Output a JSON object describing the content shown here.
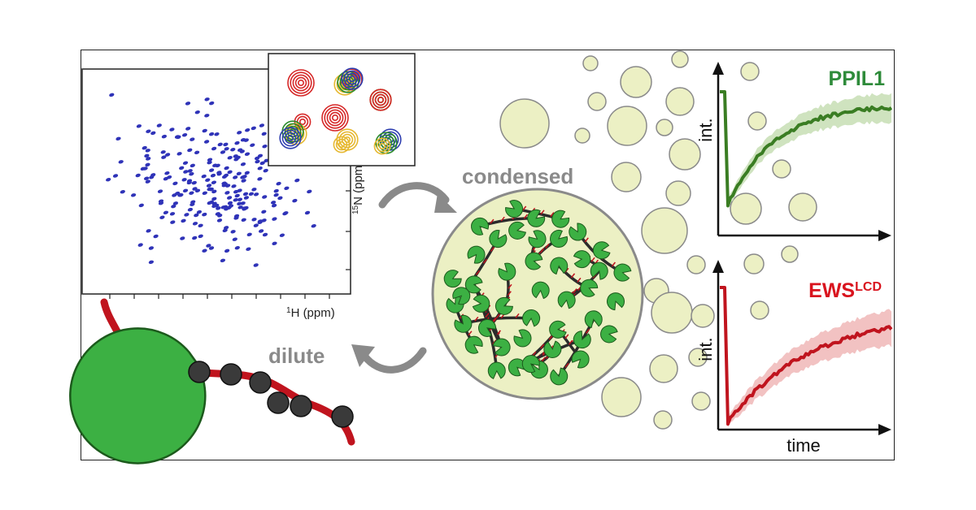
{
  "nmr_spectrum": {
    "y_axis_label_sup": "15",
    "y_axis_label_rest": "N (ppm)",
    "x_axis_label_sup": "1",
    "x_axis_label_rest": "H (ppm)",
    "peak_color": "#2f33b8",
    "inset_overlay_colors": [
      "#d62828",
      "#2a8a2a",
      "#e6b830",
      "#2f3fb0"
    ]
  },
  "cycle": {
    "condensed_label": "condensed",
    "dilute_label": "dilute",
    "arrow_color": "#8a8a8a"
  },
  "droplet": {
    "fill_color": "#ecf0c4",
    "protein_color": "#3cb043",
    "chain_color": "#c0141e",
    "bead_color": "#3a3a3a"
  },
  "kinetic_plots": [
    {
      "title": "PPIL1",
      "title_color": "#2e8b3a",
      "curve_color": "#3a7d23",
      "band_color": "#cfe3bf",
      "y_axis_label": "int."
    },
    {
      "title": "EWS",
      "title_sup": "LCD",
      "title_color": "#d9141e",
      "curve_color": "#c0141e",
      "band_color": "#f2c2c2",
      "y_axis_label": "int.",
      "x_axis_label": "time"
    }
  ]
}
